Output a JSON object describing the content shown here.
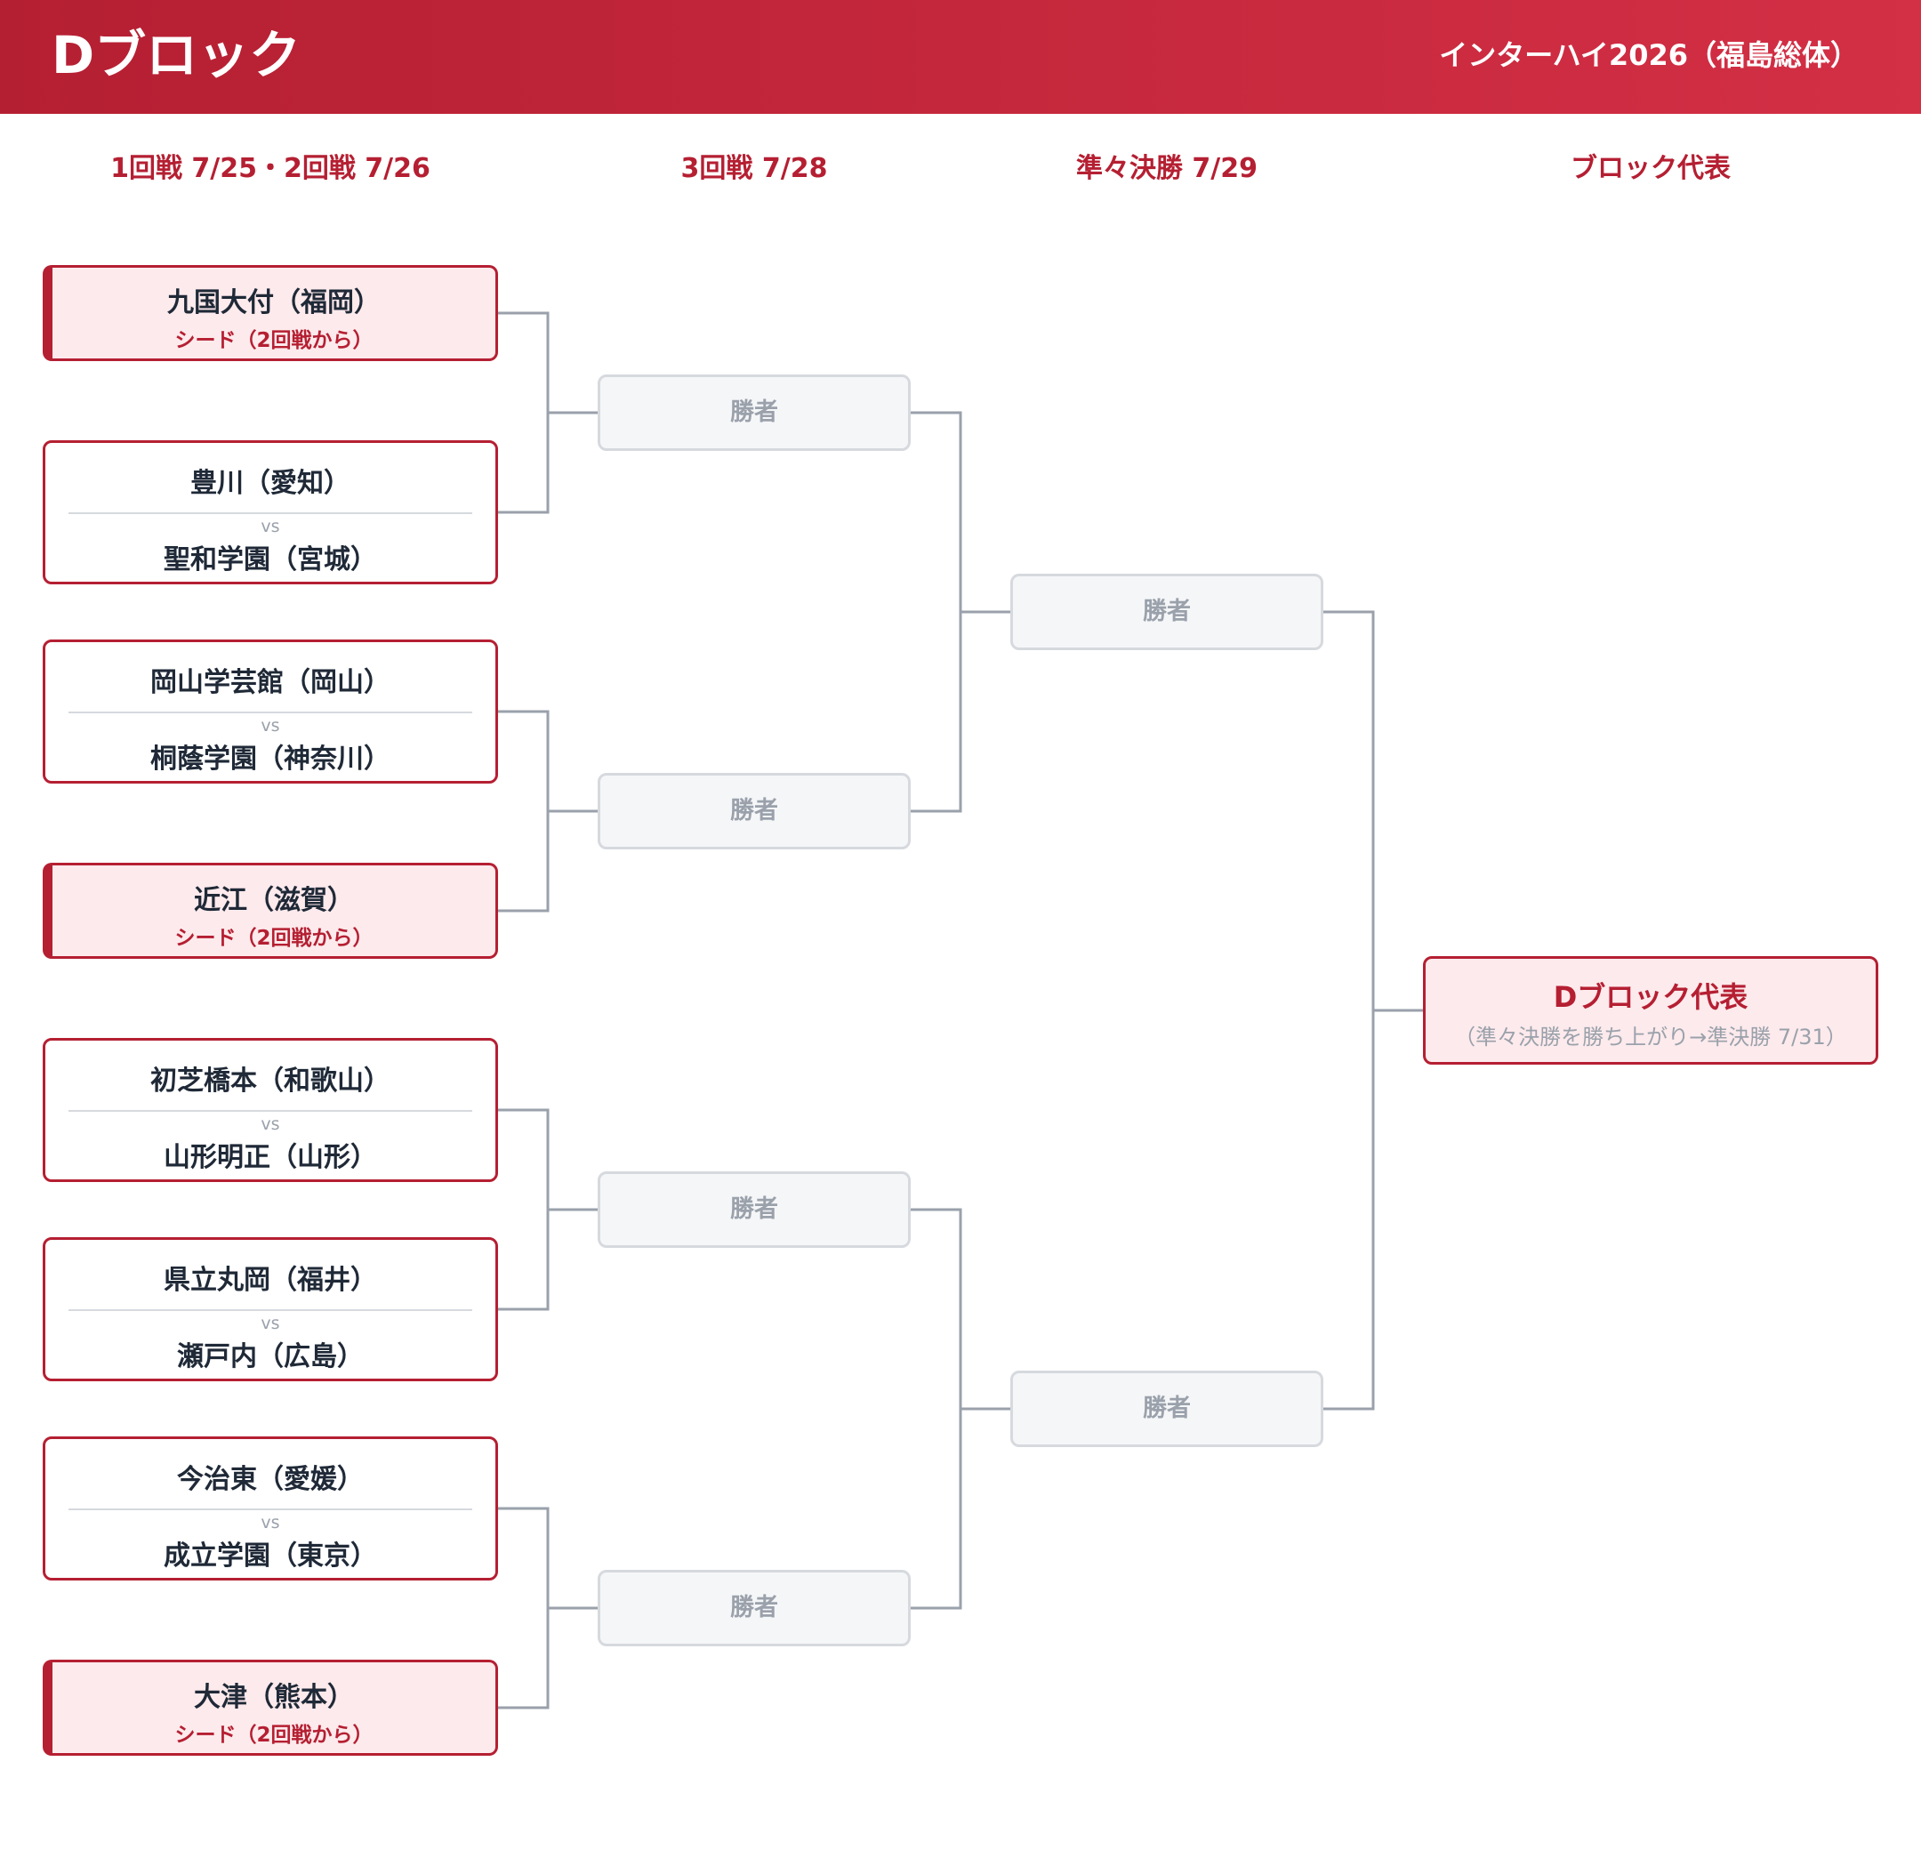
{
  "header": {
    "title": "Dブロック",
    "event": "インターハイ2026（福島総体）"
  },
  "rounds": [
    "1回戦 7/25・2回戦 7/26",
    "3回戦 7/28",
    "準々決勝 7/29",
    "ブロック代表"
  ],
  "seed_label": "シード（2回戦から）",
  "vs_label": "vs",
  "winner_label": "勝者",
  "first_round": [
    {
      "seed": true,
      "team": "九国大付（福岡）"
    },
    {
      "seed": false,
      "team_a": "豊川（愛知）",
      "team_b": "聖和学園（宮城）"
    },
    {
      "seed": false,
      "team_a": "岡山学芸館（岡山）",
      "team_b": "桐蔭学園（神奈川）"
    },
    {
      "seed": true,
      "team": "近江（滋賀）"
    },
    {
      "seed": false,
      "team_a": "初芝橋本（和歌山）",
      "team_b": "山形明正（山形）"
    },
    {
      "seed": false,
      "team_a": "県立丸岡（福井）",
      "team_b": "瀬戸内（広島）"
    },
    {
      "seed": false,
      "team_a": "今治東（愛媛）",
      "team_b": "成立学園（東京）"
    },
    {
      "seed": true,
      "team": "大津（熊本）"
    }
  ],
  "representative": {
    "title": "Dブロック代表",
    "subtitle": "（準々決勝を勝ち上がり→準決勝 7/31）"
  }
}
